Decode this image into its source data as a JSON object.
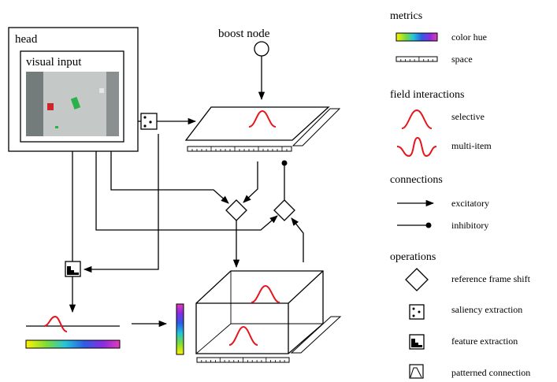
{
  "head": {
    "label": "head",
    "visual_input_label": "visual input"
  },
  "architecture": {
    "boost_node_label": "boost node"
  },
  "legend": {
    "metrics": {
      "title": "metrics",
      "items": [
        {
          "label": "color hue",
          "icon": "hue-gradient-icon"
        },
        {
          "label": "space",
          "icon": "ruler-icon"
        }
      ]
    },
    "field_interactions": {
      "title": "field interactions",
      "items": [
        {
          "label": "selective",
          "icon": "single-peak-icon"
        },
        {
          "label": "multi-item",
          "icon": "multi-peak-icon"
        }
      ]
    },
    "connections": {
      "title": "connections",
      "items": [
        {
          "label": "excitatory",
          "icon": "arrow-icon"
        },
        {
          "label": "inhibitory",
          "icon": "dot-end-icon"
        }
      ]
    },
    "operations": {
      "title": "operations",
      "items": [
        {
          "label": "reference frame shift",
          "icon": "diamond-icon"
        },
        {
          "label": "saliency extraction",
          "icon": "dice-icon"
        },
        {
          "label": "feature extraction",
          "icon": "histogram-icon"
        },
        {
          "label": "patterned connection",
          "icon": "pattern-icon"
        }
      ]
    }
  },
  "colors": {
    "peak": "#e8131b",
    "line": "#000000",
    "background": "#ffffff"
  }
}
